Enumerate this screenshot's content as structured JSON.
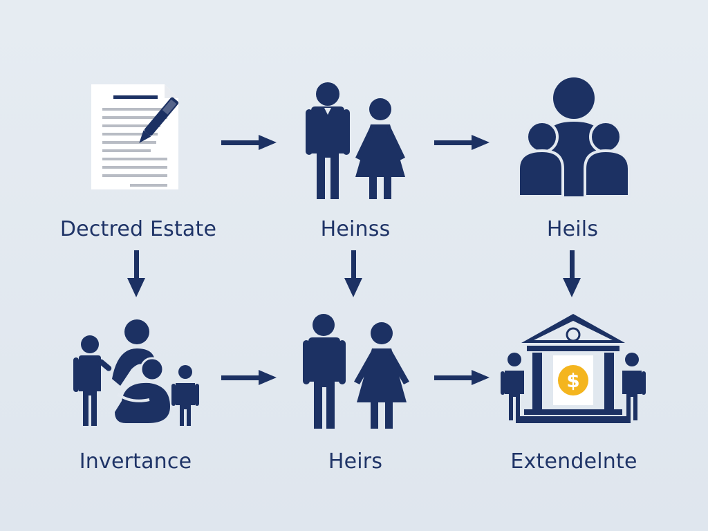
{
  "colors": {
    "background": "#e3e9f0",
    "icon": "#1c3163",
    "label": "#1f3467",
    "document_lines": "#b8bcc4",
    "coin": "#f4b51e"
  },
  "nodes": [
    {
      "label": "Dectred Estate",
      "icon": "will-document-pen-icon"
    },
    {
      "label": "Heinss",
      "icon": "man-woman-couple-icon"
    },
    {
      "label": "Heils",
      "icon": "family-group-icon"
    },
    {
      "label": "Invertance",
      "icon": "family-with-children-icon"
    },
    {
      "label": "Heirs",
      "icon": "man-woman-couple-icon"
    },
    {
      "label": "Extendelnte",
      "icon": "bank-dollar-people-icon"
    }
  ],
  "edges": [
    {
      "from": "Dectred Estate",
      "to": "Heinss",
      "icon": "arrow-right-icon"
    },
    {
      "from": "Heinss",
      "to": "Heils",
      "icon": "arrow-right-icon"
    },
    {
      "from": "Dectred Estate",
      "to": "Invertance",
      "icon": "arrow-down-icon"
    },
    {
      "from": "Heinss",
      "to": "Heirs",
      "icon": "arrow-down-icon"
    },
    {
      "from": "Heils",
      "to": "Extendelnte",
      "icon": "arrow-down-icon"
    },
    {
      "from": "Invertance",
      "to": "Heirs",
      "icon": "arrow-right-icon"
    },
    {
      "from": "Heirs",
      "to": "Extendelnte",
      "icon": "arrow-right-icon"
    }
  ]
}
